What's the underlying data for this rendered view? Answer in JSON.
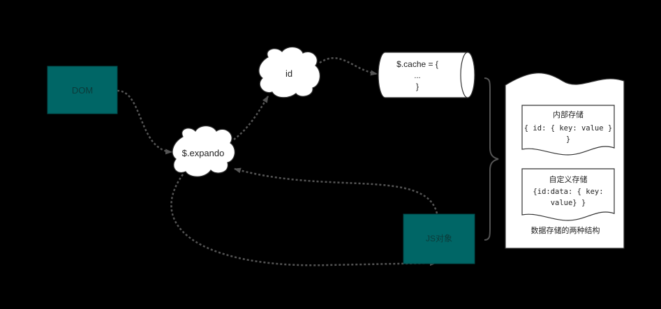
{
  "nodes": {
    "dom": {
      "label": "DOM",
      "color": "#006666"
    },
    "js_object": {
      "label": "JS对象",
      "color": "#006666"
    },
    "expando": {
      "label": "$.expando"
    },
    "id": {
      "label": "id"
    },
    "cache": {
      "line1": "$.cache = {",
      "line2": "...",
      "line3": "}"
    }
  },
  "panel": {
    "internal": {
      "title": "内部存储",
      "line1": "{ id: { key: value }",
      "line2": "}"
    },
    "custom": {
      "title": "自定义存储",
      "line1": "{id:data: { key:",
      "line2": "value} }"
    },
    "caption": "数据存储的两种结构"
  }
}
